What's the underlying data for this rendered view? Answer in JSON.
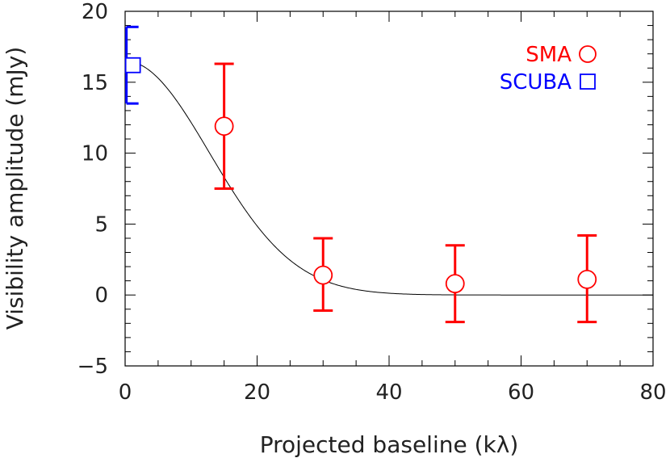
{
  "chart_data": {
    "type": "scatter",
    "xlabel": "Projected baseline (kλ)",
    "ylabel": "Visibility amplitude (mJy)",
    "xlim": [
      0,
      80
    ],
    "ylim": [
      -5,
      20
    ],
    "x_ticks": [
      0,
      20,
      40,
      60,
      80
    ],
    "y_ticks": [
      -5,
      0,
      5,
      10,
      15,
      20
    ],
    "x_minor_step": 5,
    "y_minor_step": 1,
    "grid": false,
    "legend_position": "top-right",
    "series": [
      {
        "name": "SMA",
        "color": "#ff0000",
        "marker": "circle",
        "points": [
          {
            "x": 15,
            "y": 11.9,
            "err_low": 7.5,
            "err_high": 16.3
          },
          {
            "x": 30,
            "y": 1.4,
            "err_low": -1.1,
            "err_high": 4.0
          },
          {
            "x": 50,
            "y": 0.8,
            "err_low": -1.9,
            "err_high": 3.5
          },
          {
            "x": 70,
            "y": 1.1,
            "err_low": -1.9,
            "err_high": 4.2
          }
        ]
      },
      {
        "name": "SCUBA",
        "color": "#0000ff",
        "marker": "square",
        "points": [
          {
            "x": 0.2,
            "y": 16.2,
            "err_low": 13.5,
            "err_high": 18.9
          }
        ]
      }
    ],
    "model_curve": {
      "type": "gaussian",
      "amplitude": 16.5,
      "sigma": 12.8,
      "color": "#000000"
    }
  }
}
